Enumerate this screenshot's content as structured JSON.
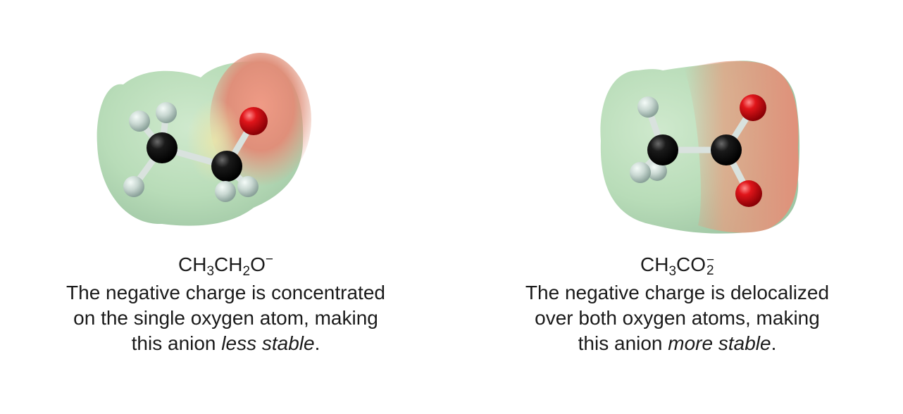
{
  "left": {
    "formula": {
      "p1": "CH",
      "s1": "3",
      "p2": "CH",
      "s2": "2",
      "p3": "O",
      "sup": "−"
    },
    "caption": {
      "line1": "The negative charge is concentrated",
      "line2": "on the single oxygen atom, making",
      "line3_pre": "this anion ",
      "line3_em": "less stable",
      "line3_post": "."
    }
  },
  "right": {
    "formula": {
      "p1": "CH",
      "s1": "3",
      "p2": "CO",
      "sup": "−",
      "sub": "2"
    },
    "caption": {
      "line1": "The negative charge is delocalized",
      "line2": "over both oxygen atoms, making",
      "line3_pre": "this anion ",
      "line3_em": "more stable",
      "line3_post": "."
    }
  },
  "colors": {
    "carbon": "#111111",
    "oxygen": "#e0151a",
    "hydrogen": "#c9d8d2",
    "surface_positive": "#b5dcb6",
    "surface_negative": "#e2917b"
  }
}
